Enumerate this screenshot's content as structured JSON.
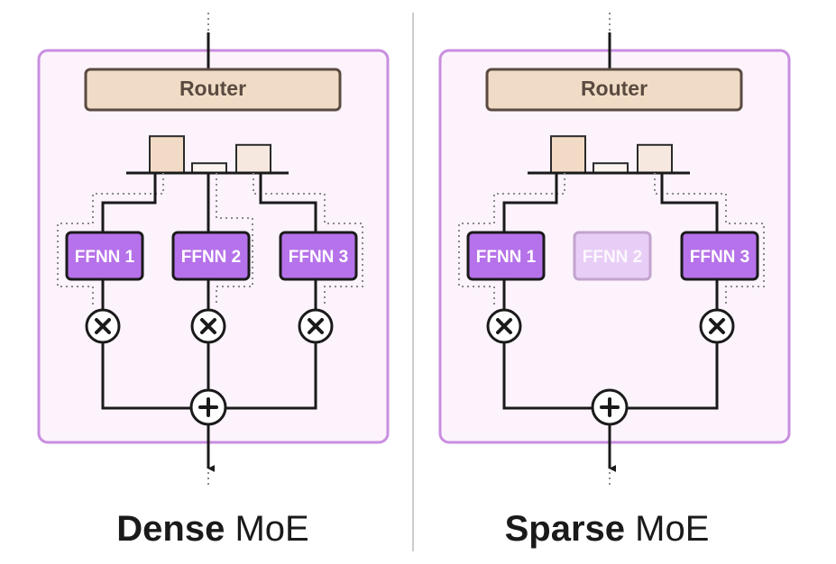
{
  "panels": [
    {
      "id": "dense",
      "title_bold": "Dense",
      "title_rest": " MoE",
      "router_label": "Router",
      "router_scores": [
        0.68,
        0.18,
        0.52
      ],
      "experts": [
        {
          "label": "FFNN 1",
          "active": true
        },
        {
          "label": "FFNN 2",
          "active": true
        },
        {
          "label": "FFNN 3",
          "active": true
        }
      ]
    },
    {
      "id": "sparse",
      "title_bold": "Sparse",
      "title_rest": " MoE",
      "router_label": "Router",
      "router_scores": [
        0.68,
        0.18,
        0.52
      ],
      "experts": [
        {
          "label": "FFNN 1",
          "active": true
        },
        {
          "label": "FFNN 2",
          "active": false
        },
        {
          "label": "FFNN 3",
          "active": true
        }
      ]
    }
  ],
  "colors": {
    "panel_fill": "#fcf3fc",
    "panel_border": "#c98ee0",
    "router_fill": "#f0dcc6",
    "router_border": "#5a4a40",
    "bar_colors": [
      "#f2dbc6",
      "#fbf4ef",
      "#f7e8df"
    ],
    "ffnn_fill": "#b672ea",
    "ffnn_inactive_fill": "#e8cef6",
    "line": "#1a1a1a",
    "divider": "#cccccc",
    "dotted": "#8a8a8a"
  }
}
